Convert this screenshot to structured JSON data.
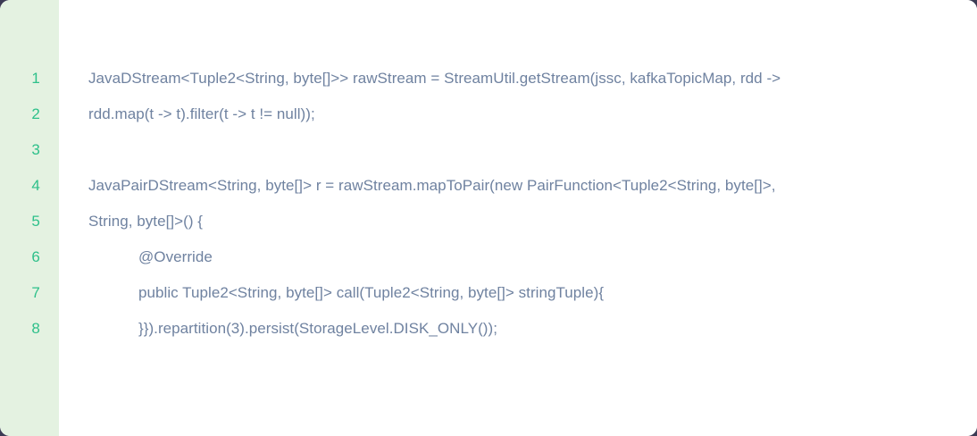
{
  "editor": {
    "background_color": "#ffffff",
    "page_background_color": "#3c3b54",
    "gutter_color": "#e4f2e1",
    "line_number_color": "#2ec08a",
    "code_text_color": "#6f82a0",
    "language": "java",
    "lines": [
      {
        "number": "1",
        "indent": 0,
        "text": "JavaDStream<Tuple2<String, byte[]>> rawStream = StreamUtil.getStream(jssc, kafkaTopicMap, rdd ->"
      },
      {
        "number": "2",
        "indent": 0,
        "text": "rdd.map(t -> t).filter(t -> t != null));"
      },
      {
        "number": "3",
        "indent": 0,
        "text": ""
      },
      {
        "number": "4",
        "indent": 0,
        "text": "JavaPairDStream<String, byte[]> r = rawStream.mapToPair(new PairFunction<Tuple2<String, byte[]>,"
      },
      {
        "number": "5",
        "indent": 0,
        "text": "String, byte[]>() {"
      },
      {
        "number": "6",
        "indent": 1,
        "text": "@Override"
      },
      {
        "number": "7",
        "indent": 1,
        "text": "public Tuple2<String, byte[]> call(Tuple2<String, byte[]> stringTuple){"
      },
      {
        "number": "8",
        "indent": 1,
        "text": "}}).repartition(3).persist(StorageLevel.DISK_ONLY());"
      }
    ]
  }
}
